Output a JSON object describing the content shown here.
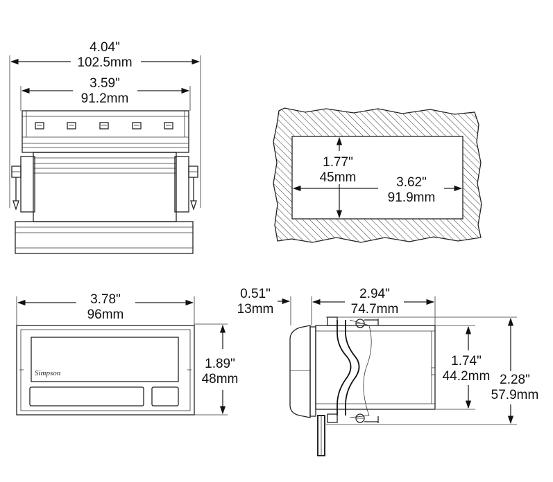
{
  "top_view": {
    "overall": {
      "inch": "4.04\"",
      "mm": "102.5mm"
    },
    "inner": {
      "inch": "3.59\"",
      "mm": "91.2mm"
    }
  },
  "panel_cutout": {
    "height": {
      "inch": "1.77\"",
      "mm": "45mm"
    },
    "width": {
      "inch": "3.62\"",
      "mm": "91.9mm"
    }
  },
  "front_view": {
    "width": {
      "inch": "3.78\"",
      "mm": "96mm"
    },
    "height": {
      "inch": "1.89\"",
      "mm": "48mm"
    },
    "brand": "Simpson"
  },
  "side_view": {
    "bezel": {
      "inch": "0.51\"",
      "mm": "13mm"
    },
    "depth": {
      "inch": "2.94\"",
      "mm": "74.7mm"
    },
    "body_height": {
      "inch": "1.74\"",
      "mm": "44.2mm"
    },
    "overall_height": {
      "inch": "2.28\"",
      "mm": "57.9mm"
    }
  }
}
